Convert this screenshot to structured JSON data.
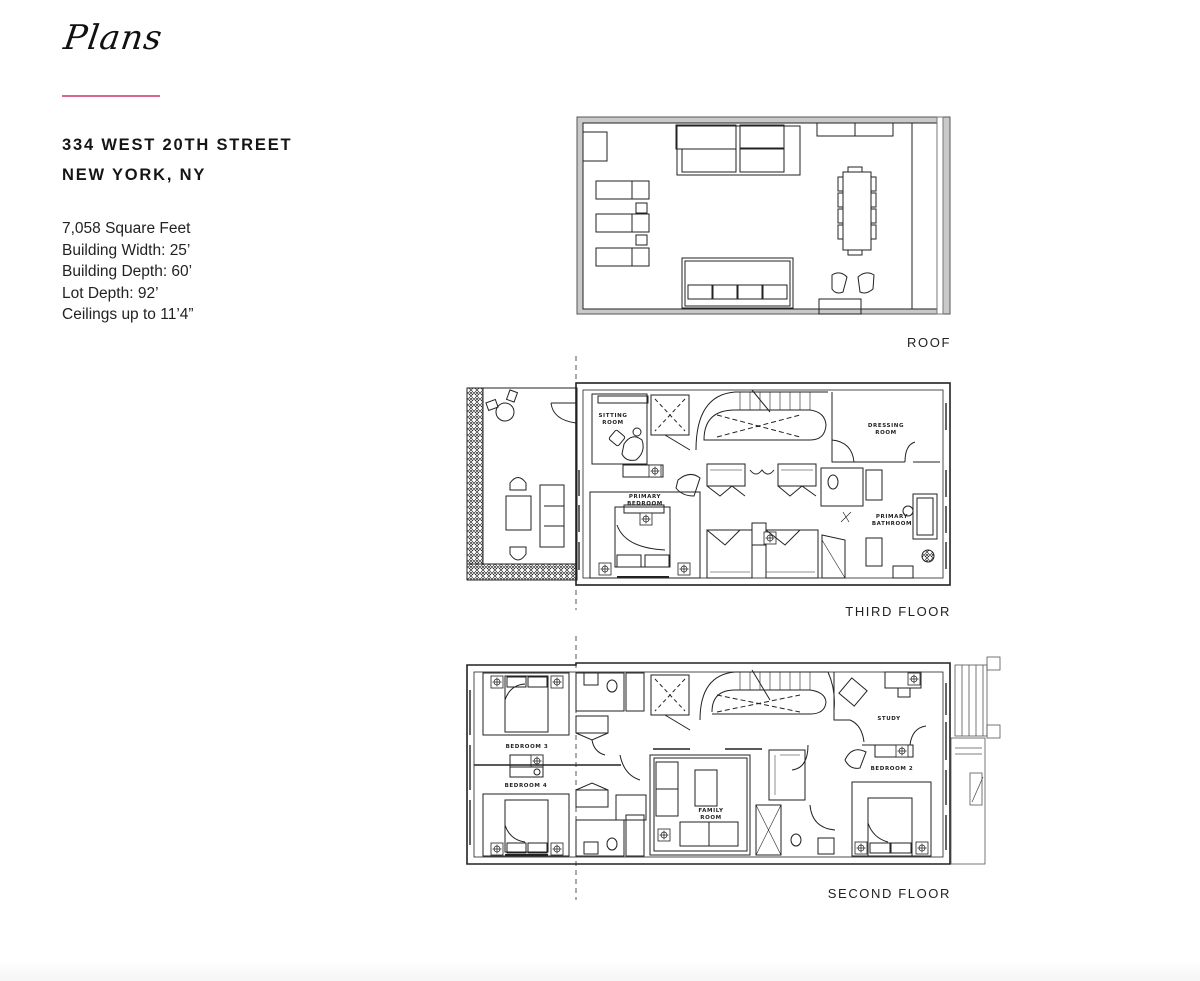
{
  "header": {
    "title": "Plans",
    "accent_color": "#d9668f"
  },
  "property": {
    "address_line1": "334 WEST 20TH STREET",
    "address_line2": "NEW YORK, NY",
    "facts": [
      "7,058 Square Feet",
      "Building Width: 25’",
      "Building Depth: 60’",
      "Lot Depth: 92’",
      "Ceilings up to 11’4”"
    ]
  },
  "floors": [
    {
      "label": "ROOF",
      "rooms": []
    },
    {
      "label": "THIRD FLOOR",
      "rooms": [
        "SITTING ROOM",
        "DRESSING ROOM",
        "PRIMARY BEDROOM",
        "PRIMARY BATHROOM"
      ]
    },
    {
      "label": "SECOND FLOOR",
      "rooms": [
        "BEDROOM 3",
        "BEDROOM 4",
        "FAMILY ROOM",
        "STUDY",
        "BEDROOM 2"
      ]
    }
  ],
  "room_labels": {
    "sitting_room": [
      "SITTING",
      "ROOM"
    ],
    "dressing_room": [
      "DRESSING",
      "ROOM"
    ],
    "primary_bedroom": [
      "PRIMARY",
      "BEDROOM"
    ],
    "primary_bathroom": [
      "PRIMARY",
      "BATHROOM"
    ],
    "bedroom3": "BEDROOM 3",
    "bedroom4": "BEDROOM 4",
    "family_room": [
      "FAMILY",
      "ROOM"
    ],
    "study": "STUDY",
    "bedroom2": "BEDROOM 2"
  }
}
